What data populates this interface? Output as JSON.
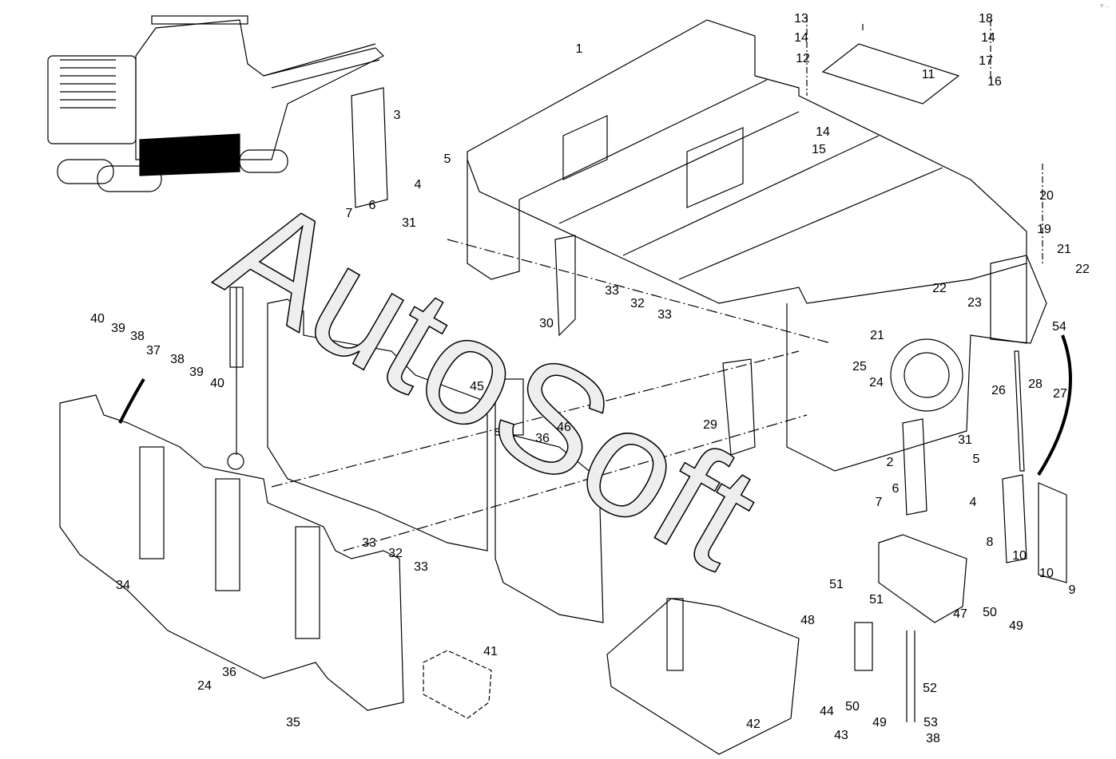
{
  "watermark": "AutoSoft",
  "corner_mark": "e  ...",
  "callouts": [
    "1",
    "3",
    "5",
    "4",
    "6",
    "7",
    "31",
    "13",
    "14",
    "12",
    "11",
    "14",
    "15",
    "18",
    "14",
    "17",
    "16",
    "20",
    "19",
    "21",
    "22",
    "22",
    "23",
    "54",
    "21",
    "25",
    "24",
    "26",
    "28",
    "27",
    "33",
    "32",
    "33",
    "30",
    "40",
    "39",
    "38",
    "37",
    "38",
    "39",
    "40",
    "45",
    "36",
    "46",
    "29",
    "31",
    "2",
    "5",
    "4",
    "6",
    "7",
    "8",
    "10",
    "10",
    "9",
    "33",
    "32",
    "33",
    "34",
    "51",
    "51",
    "48",
    "47",
    "50",
    "49",
    "41",
    "36",
    "24",
    "35",
    "52",
    "50",
    "49",
    "53",
    "38",
    "44",
    "42",
    "43"
  ]
}
